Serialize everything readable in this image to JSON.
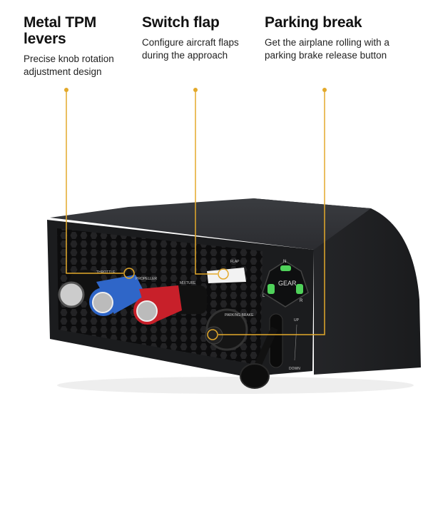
{
  "features": [
    {
      "title": "Metal TPM levers",
      "description": "Precise knob rotation adjustment design"
    },
    {
      "title": "Switch flap",
      "description": "Configure aircraft flaps during the approach"
    },
    {
      "title": "Parking break",
      "description": "Get the airplane rolling with a parking brake release button"
    }
  ],
  "device_labels": {
    "flap": "FLAP",
    "gear": "GEAR",
    "gear_n": "N",
    "gear_l": "L",
    "gear_r": "R",
    "up": "UP",
    "down": "DOWN",
    "throttle": "THROTTLE",
    "propeller": "PROPELLER",
    "mixture": "MIXTURE",
    "parking_brake": "PARKING BRAKE"
  },
  "colors": {
    "accent": "#e3a92b",
    "gear_light": "#4fd15a",
    "throttle": "#2f66c8",
    "mixture": "#c8202a"
  }
}
